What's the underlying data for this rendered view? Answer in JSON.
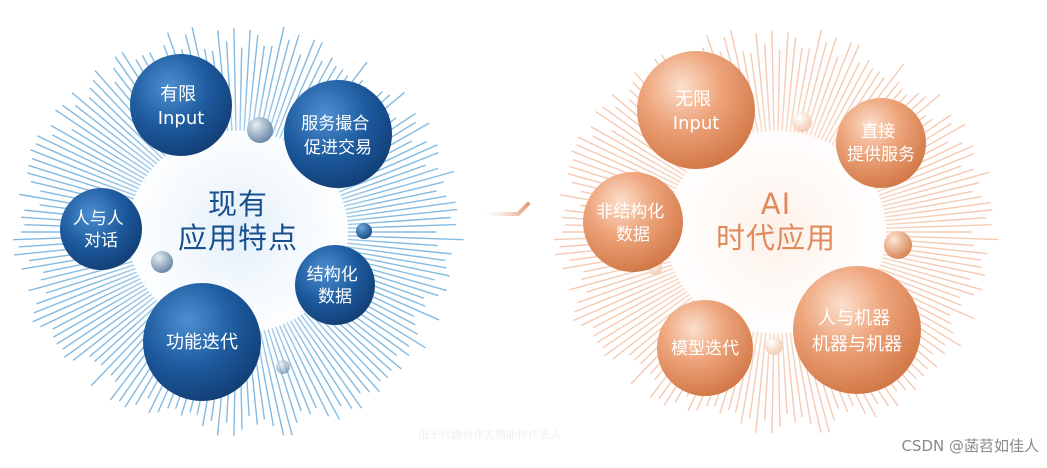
{
  "left": {
    "center_title": "现有\n应用特点",
    "accent": "#1a4f8f",
    "ray_color": "#5aa3d8",
    "nodes": [
      {
        "label": "有限\nInput"
      },
      {
        "label": "服务撮合\n促进交易"
      },
      {
        "label": "人与人\n对话"
      },
      {
        "label": "结构化\n数据"
      },
      {
        "label": "功能迭代"
      }
    ]
  },
  "right": {
    "center_title": "AI\n时代应用",
    "accent": "#e08a5c",
    "ray_color": "#f2b89a",
    "nodes": [
      {
        "label": "无限\nInput"
      },
      {
        "label": "直接\n提供服务"
      },
      {
        "label": "非结构化\n数据"
      },
      {
        "label": "模型迭代"
      },
      {
        "label": "人与机器\n机器与机器"
      }
    ]
  },
  "footer": {
    "watermark": "CSDN @菡苕如佳人",
    "faint_caption": "出于兴趣自作尤物能作作艺人"
  }
}
